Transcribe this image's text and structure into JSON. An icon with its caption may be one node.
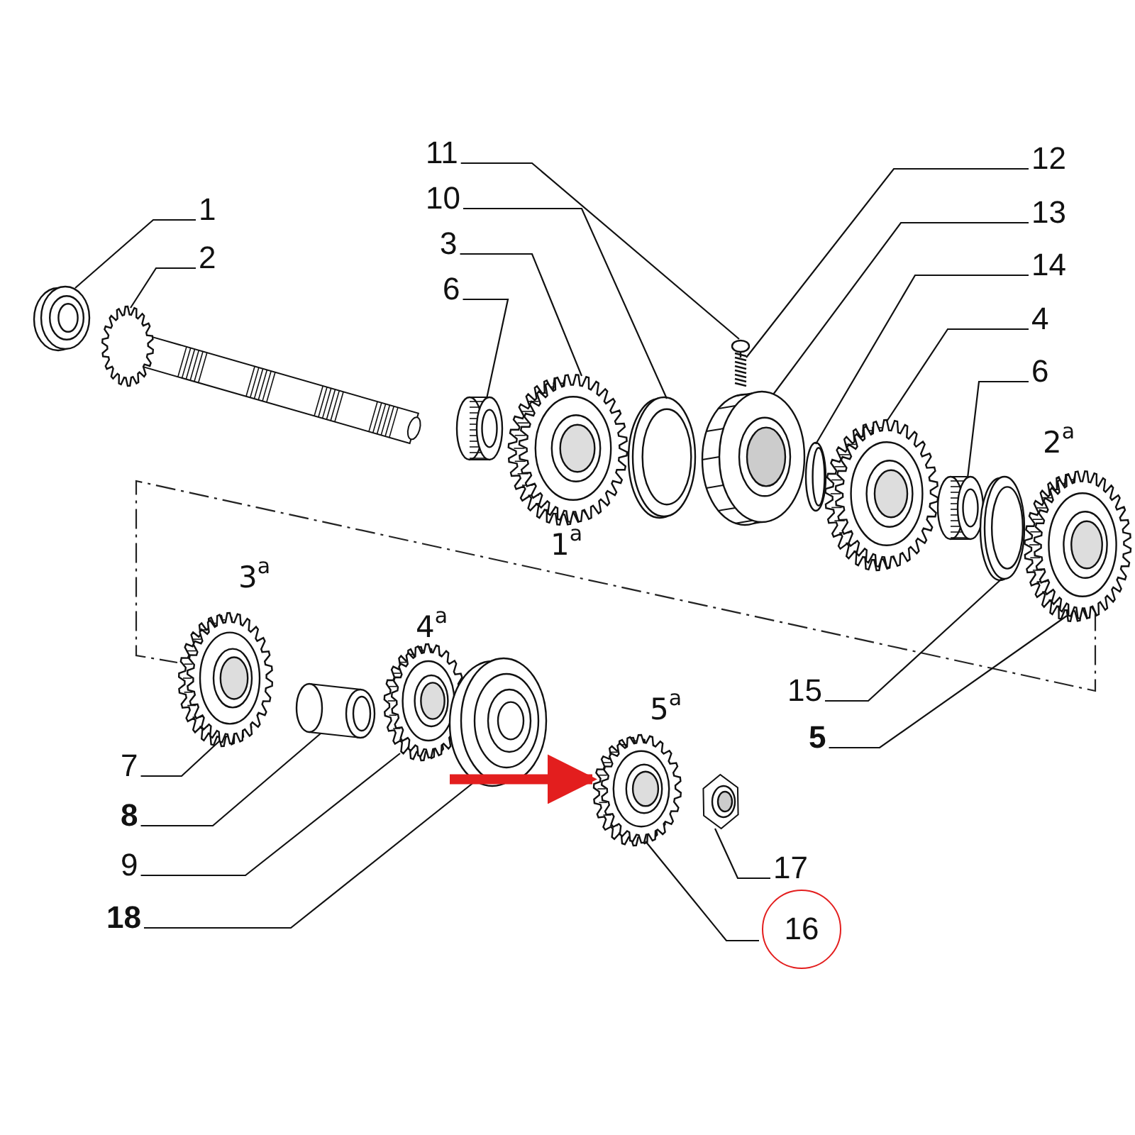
{
  "diagram": {
    "nodes": [
      {
        "text": [
          "11"
        ]
      },
      {
        "text": [
          "12"
        ]
      },
      {
        "text": [
          "10"
        ]
      },
      {
        "text": [
          "1"
        ]
      },
      {
        "text": [
          "13"
        ]
      },
      {
        "text": [
          "3"
        ]
      },
      {
        "text": [
          "2"
        ]
      },
      {
        "text": [
          "14"
        ]
      },
      {
        "text": [
          "6"
        ]
      },
      {
        "text": [
          "4"
        ]
      },
      {
        "text": [
          "6"
        ]
      },
      {
        "text": [
          "15"
        ]
      },
      {
        "text": [
          "5"
        ]
      },
      {
        "text": [
          "7"
        ]
      },
      {
        "text": [
          "8"
        ]
      },
      {
        "text": [
          "9"
        ]
      },
      {
        "text": [
          "17"
        ]
      },
      {
        "text": [
          "18"
        ]
      },
      {
        "text": [
          "16"
        ]
      },
      {
        "text": [],
        "shape": "picture"
      },
      {
        "text": [],
        "shape": "picture"
      },
      {
        "text": [],
        "shape": "picture"
      },
      {
        "text": [],
        "shape": "picture"
      },
      {
        "text": [],
        "shape": "picture"
      },
      {
        "text": [],
        "shape": "picture"
      },
      {
        "text": [],
        "shape": "picture"
      },
      {
        "text": [],
        "shape": "picture"
      },
      {
        "text": [],
        "shape": "picture"
      },
      {
        "text": [],
        "shape": "picture"
      },
      {
        "text": [],
        "shape": "picture"
      },
      {
        "text": [],
        "shape": "picture"
      },
      {
        "text": [],
        "shape": "picture"
      },
      {
        "text": [],
        "shape": "picture"
      },
      {
        "text": [],
        "shape": "cylinder"
      },
      {
        "text": [],
        "shape": "picture"
      },
      {
        "text": [],
        "shape": "picture"
      },
      {
        "text": [],
        "shape": "picture"
      },
      {
        "text": [],
        "shape": "picture"
      }
    ],
    "edges": [
      {
        "from": 0,
        "to": 19,
        "arrow": "none"
      },
      {
        "from": 1,
        "to": 20,
        "arrow": "none"
      },
      {
        "from": 2,
        "to": 21,
        "arrow": "none"
      },
      {
        "from": 3,
        "to": 22,
        "arrow": "none"
      },
      {
        "from": 4,
        "to": 23,
        "arrow": "none"
      },
      {
        "from": 5,
        "to": 24,
        "arrow": "none"
      },
      {
        "from": 6,
        "to": 25,
        "arrow": "none"
      },
      {
        "from": 7,
        "to": 26,
        "arrow": "none"
      },
      {
        "from": 8,
        "to": 27,
        "arrow": "none"
      },
      {
        "from": 9,
        "to": 28,
        "arrow": "none"
      },
      {
        "from": 10,
        "to": 29,
        "arrow": "none"
      },
      {
        "from": 11,
        "to": 30,
        "arrow": "none"
      },
      {
        "from": 12,
        "to": 31,
        "arrow": "none"
      },
      {
        "from": 13,
        "to": 32,
        "arrow": "none"
      },
      {
        "from": 14,
        "to": 33,
        "arrow": "none"
      },
      {
        "from": 15,
        "to": 34,
        "arrow": "none"
      },
      {
        "from": 16,
        "to": 35,
        "arrow": "none"
      },
      {
        "from": 17,
        "to": 36,
        "arrow": "none"
      },
      {
        "from": 18,
        "to": 37,
        "arrow": "none"
      },
      {
        "from": 36,
        "to": 37,
        "arrow": "to",
        "style": "thick",
        "color": "#e31e1e"
      }
    ],
    "labels": [
      "2$^{a}$",
      "1$^{a}$",
      "3$^{a}$",
      "4$^{a}$",
      "5$^{a}$"
    ]
  }
}
